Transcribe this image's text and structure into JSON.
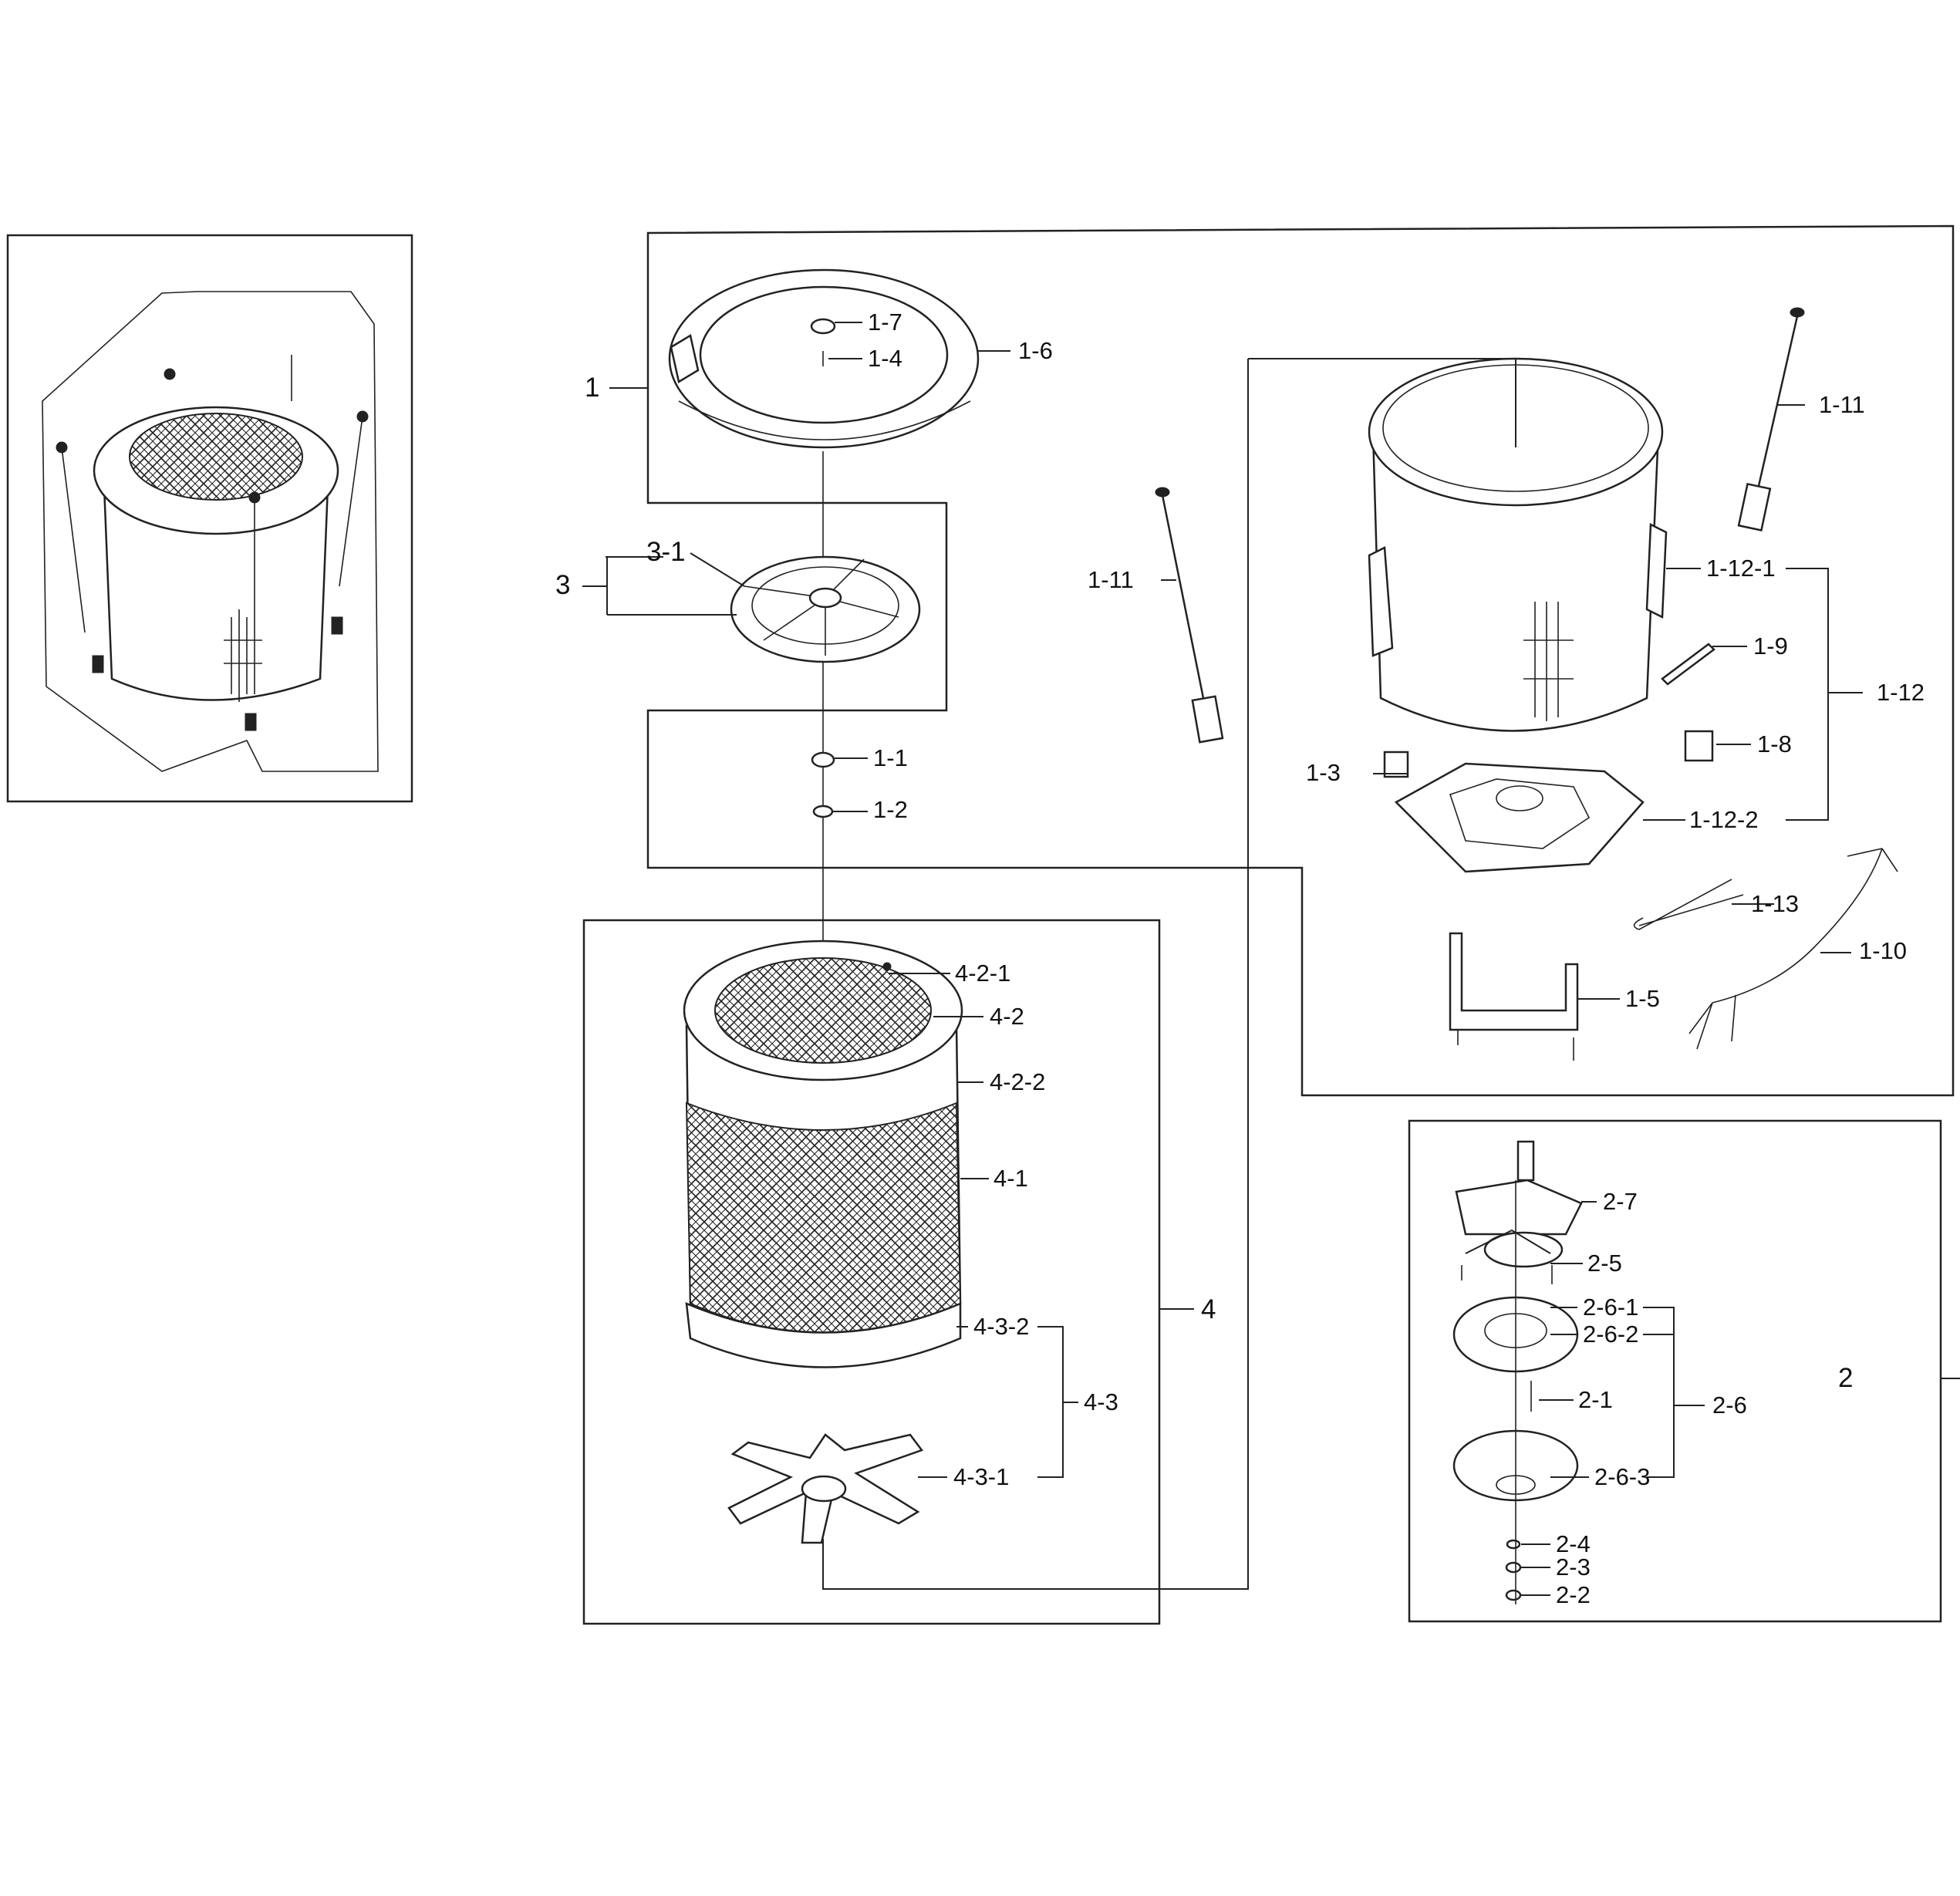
{
  "labels": {
    "l_1": "1",
    "l_1_1": "1-1",
    "l_1_2": "1-2",
    "l_1_3": "1-3",
    "l_1_4": "1-4",
    "l_1_5": "1-5",
    "l_1_6": "1-6",
    "l_1_7": "1-7",
    "l_1_8": "1-8",
    "l_1_9": "1-9",
    "l_1_10": "1-10",
    "l_1_11_left": "1-11",
    "l_1_11_right": "1-11",
    "l_1_12": "1-12",
    "l_1_12_1": "1-12-1",
    "l_1_12_2": "1-12-2",
    "l_1_13": "1-13",
    "l_2": "2",
    "l_2_1": "2-1",
    "l_2_2": "2-2",
    "l_2_3": "2-3",
    "l_2_4": "2-4",
    "l_2_5": "2-5",
    "l_2_6": "2-6",
    "l_2_6_1": "2-6-1",
    "l_2_6_2": "2-6-2",
    "l_2_6_3": "2-6-3",
    "l_2_7": "2-7",
    "l_3": "3",
    "l_3_1": "3-1",
    "l_4": "4",
    "l_4_1": "4-1",
    "l_4_2": "4-2",
    "l_4_2_1": "4-2-1",
    "l_4_2_2": "4-2-2",
    "l_4_3": "4-3",
    "l_4_3_1": "4-3-1",
    "l_4_3_2": "4-3-2"
  },
  "colors": {
    "line": "#222222",
    "background": "#ffffff"
  }
}
